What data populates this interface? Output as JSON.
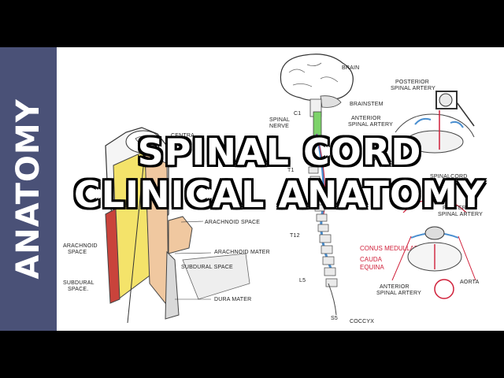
{
  "side_label": "ANATOMY",
  "title": {
    "line1": "SPINAL CORD",
    "line2": "CLINICAL ANATOMY"
  },
  "left_labels": {
    "central": "CENTRA",
    "arachnoid_space": "ARACHNOID SPACE",
    "arachnoid_space_left": "ARACHNOID",
    "arachnoid_space_left2": "SPACE",
    "arachnoid_mater": "ARACHNOID MATER",
    "subdural_space": "SUBDURAL SPACE",
    "subdural_space_left": "SUBDURAL",
    "subdural_space_left2": "SPACE.",
    "dura_mater": "DURA MATER"
  },
  "middle_labels": {
    "brain": "BRAIN",
    "brainstem": "BRAINSTEM",
    "c1": "C1",
    "spinal_nerve": "SPINAL",
    "spinal_nerve2": "NERVE",
    "t1": "T1",
    "t12": "T12",
    "l5": "L5",
    "s5": "S5",
    "coccyx": "COCCYX",
    "conus_medullaris": "CONUS MEDULLARIS",
    "cauda_equina": "CAUDA",
    "cauda_equina2": "EQUINA"
  },
  "right_labels": {
    "posterior_spinal_artery": "POSTERIOR",
    "posterior_spinal_artery2": "SPINAL ARTERY",
    "anterior_spinal_artery": "ANTERIOR",
    "anterior_spinal_artery2": "SPINAL ARTERY",
    "disc": "DISC",
    "vertebrae": "RAE",
    "spinal_cord": "SPINALCORD",
    "posterior_spinal_artery_b": "POSTERIOR",
    "posterior_spinal_artery_b2": "SPINAL ARTERY",
    "anterior_spinal_artery_b": "ANTERIOR",
    "anterior_spinal_artery_b2": "SPINAL ARTERY",
    "aorta": "AORTA"
  }
}
